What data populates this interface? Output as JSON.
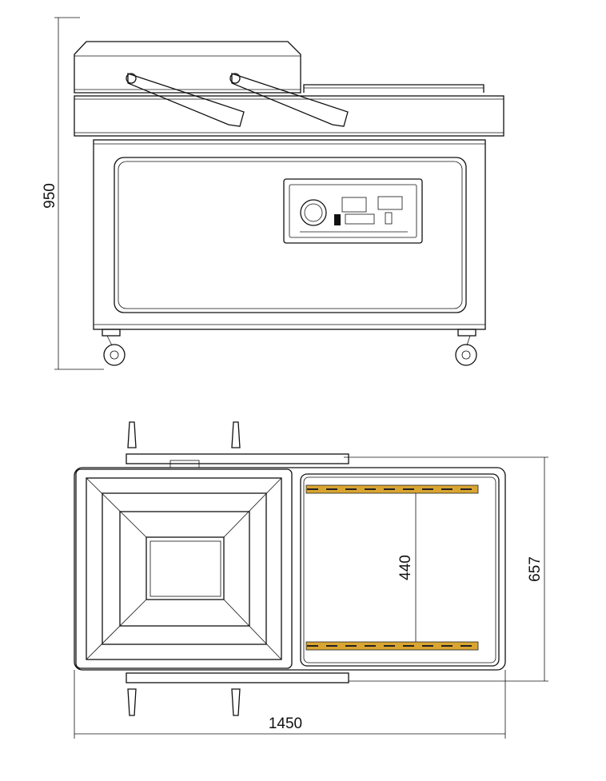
{
  "front_view": {
    "height_dimension": "950"
  },
  "top_view": {
    "seal_bar_spacing_dimension": "440",
    "depth_dimension": "657",
    "width_dimension": "1450",
    "seal_bar_color": "#d9a531"
  }
}
